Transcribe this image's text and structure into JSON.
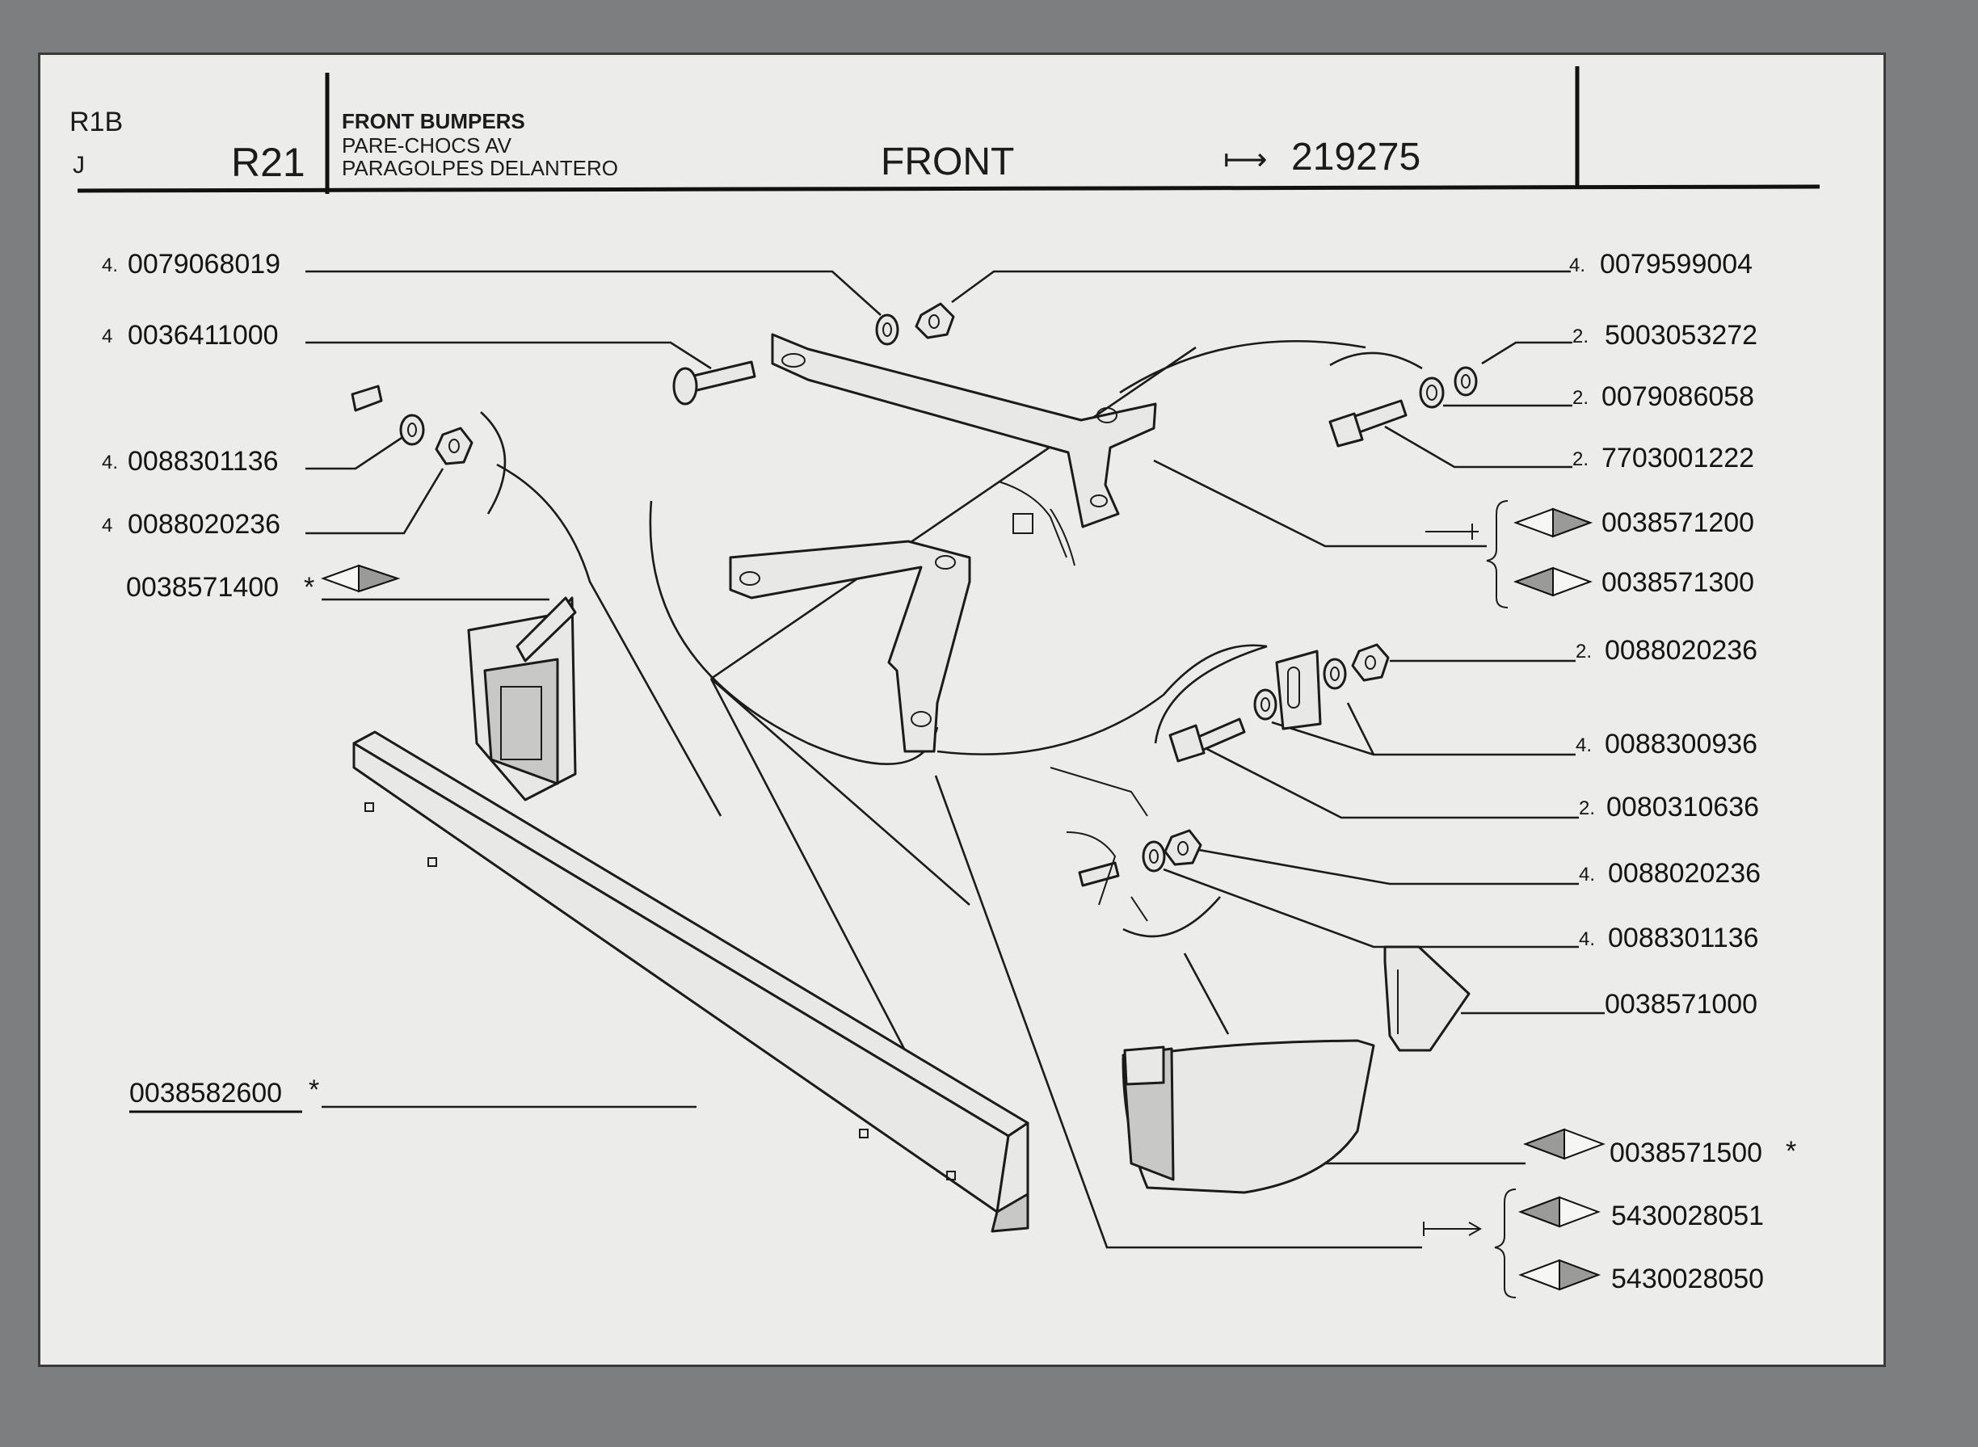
{
  "header": {
    "code_top": "R1B",
    "code_bottom": "J",
    "model": "R21",
    "title_en": "FRONT BUMPERS",
    "title_fr": "PARE-CHOCS AV",
    "title_es": "PARAGOLPES DELANTERO",
    "position": "FRONT",
    "serial_arrow": "⟼",
    "serial": "219275"
  },
  "labels": [
    {
      "id": "l1",
      "qty": "4.",
      "part": "0079068019",
      "star": ""
    },
    {
      "id": "l2",
      "qty": "4",
      "part": "0036411000",
      "star": ""
    },
    {
      "id": "l3",
      "qty": "4.",
      "part": "0088301136",
      "star": ""
    },
    {
      "id": "l4",
      "qty": "4",
      "part": "0088020236",
      "star": ""
    },
    {
      "id": "l5",
      "qty": "",
      "part": "0038571400",
      "star": "*"
    },
    {
      "id": "l6",
      "qty": "",
      "part": "0038582600",
      "star": "*"
    },
    {
      "id": "r1",
      "qty": "4.",
      "part": "0079599004",
      "star": ""
    },
    {
      "id": "r2",
      "qty": "2.",
      "part": "5003053272",
      "star": ""
    },
    {
      "id": "r3",
      "qty": "2.",
      "part": "0079086058",
      "star": ""
    },
    {
      "id": "r4",
      "qty": "2.",
      "part": "7703001222",
      "star": ""
    },
    {
      "id": "r5",
      "qty": "",
      "part": "0038571200",
      "star": ""
    },
    {
      "id": "r6",
      "qty": "",
      "part": "0038571300",
      "star": ""
    },
    {
      "id": "r7",
      "qty": "2.",
      "part": "0088020236",
      "star": ""
    },
    {
      "id": "r8",
      "qty": "4.",
      "part": "0088300936",
      "star": ""
    },
    {
      "id": "r9",
      "qty": "2.",
      "part": "0080310636",
      "star": ""
    },
    {
      "id": "r10",
      "qty": "4.",
      "part": "0088020236",
      "star": ""
    },
    {
      "id": "r11",
      "qty": "4.",
      "part": "0088301136",
      "star": ""
    },
    {
      "id": "r12",
      "qty": "",
      "part": "0038571000",
      "star": ""
    },
    {
      "id": "r13",
      "qty": "",
      "part": "0038571500",
      "star": "*"
    },
    {
      "id": "r14",
      "qty": "",
      "part": "5430028051",
      "star": ""
    },
    {
      "id": "r15",
      "qty": "",
      "part": "5430028050",
      "star": ""
    }
  ]
}
